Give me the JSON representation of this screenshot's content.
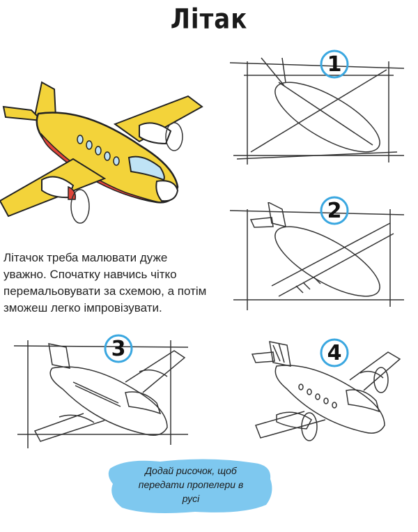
{
  "title": "Літак",
  "steps": [
    {
      "number": "1"
    },
    {
      "number": "2"
    },
    {
      "number": "3"
    },
    {
      "number": "4"
    }
  ],
  "description": "Літачок треба малювати дуже уважно. Спочатку навчись чітко перемальовувати за схемою, а потім зможеш легко імпровізувати.",
  "tip": "Додай рисочок, щоб передати пропелери в русі",
  "colors": {
    "fuselage": "#f3d33a",
    "belly": "#e0453b",
    "badge_ring": "#3aa7e0",
    "tip_blob": "#7ec8ef",
    "sketch": "#333333"
  }
}
